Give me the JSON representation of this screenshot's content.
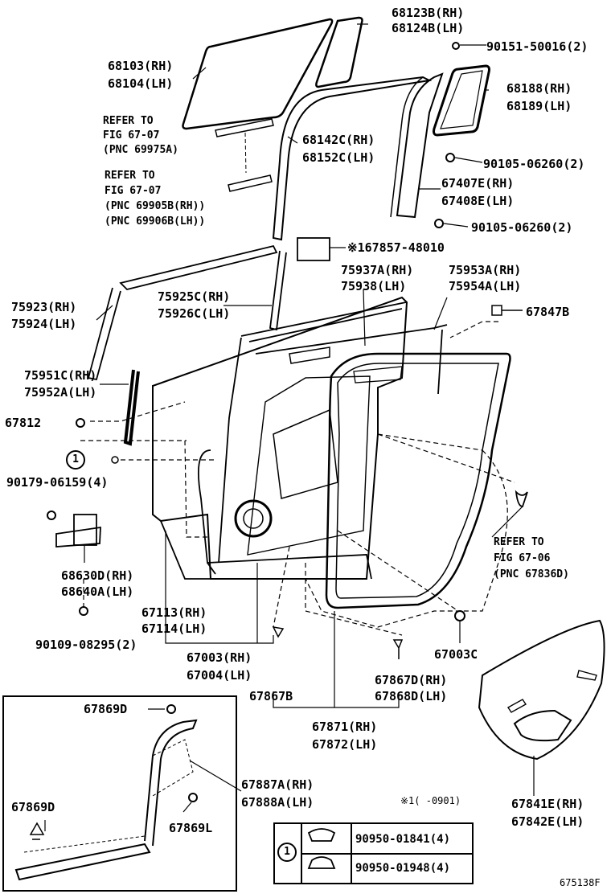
{
  "labels": {
    "p68123": "68123B(RH)",
    "p68124": "68124B(LH)",
    "p68103": "68103(RH)",
    "p68104": "68104(LH)",
    "p90151": "90151-50016(2)",
    "p68188": "68188(RH)",
    "p68189": "68189(LH)",
    "refer1a": "REFER TO",
    "refer1b": "FIG 67-07",
    "refer1c": "(PNC 69975A)",
    "p68142": "68142C(RH)",
    "p68152": "68152C(LH)",
    "p90105a": "90105-06260(2)",
    "refer2a": "REFER TO",
    "refer2b": "FIG 67-07",
    "refer2c": "(PNC 69905B(RH))",
    "refer2d": "(PNC 69906B(LH))",
    "p67407": "67407E(RH)",
    "p67408": "67408E(LH)",
    "p90105b": "90105-06260(2)",
    "p167857": "※167857-48010",
    "p75937": "75937A(RH)",
    "p75938": "75938(LH)",
    "p75953": "75953A(RH)",
    "p75954": "75954A(LH)",
    "p75923": "75923(RH)",
    "p75924": "75924(LH)",
    "p75925": "75925C(RH)",
    "p75926": "75926C(LH)",
    "p67847": "67847B",
    "p75951": "75951C(RH)",
    "p75952": "75952A(LH)",
    "p67812": "67812",
    "p90179": "90179-06159(4)",
    "refer3a": "REFER TO",
    "refer3b": "FIG 67-06",
    "refer3c": "(PNC 67836D)",
    "p68630": "68630D(RH)",
    "p68640": "68640A(LH)",
    "p67113": "67113(RH)",
    "p67114": "67114(LH)",
    "p90109": "90109-08295(2)",
    "p67003": "67003(RH)",
    "p67004": "67004(LH)",
    "p67003c": "67003C",
    "p67867d": "67867D(RH)",
    "p67868d": "67868D(LH)",
    "p67867b": "67867B",
    "p67871": "67871(RH)",
    "p67872": "67872(LH)",
    "p67869d_top": "67869D",
    "p67887": "67887A(RH)",
    "p67888": "67888A(LH)",
    "p67869d_bot": "67869D",
    "p67869l": "67869L",
    "note": "※1(    -0901)",
    "p67841": "67841E(RH)",
    "p67842": "67842E(LH)",
    "circle1": "1",
    "circle2": "1",
    "tbl_p1": "90950-01841(4)",
    "tbl_p2": "90950-01948(4)",
    "diagram_id": "675138F"
  }
}
